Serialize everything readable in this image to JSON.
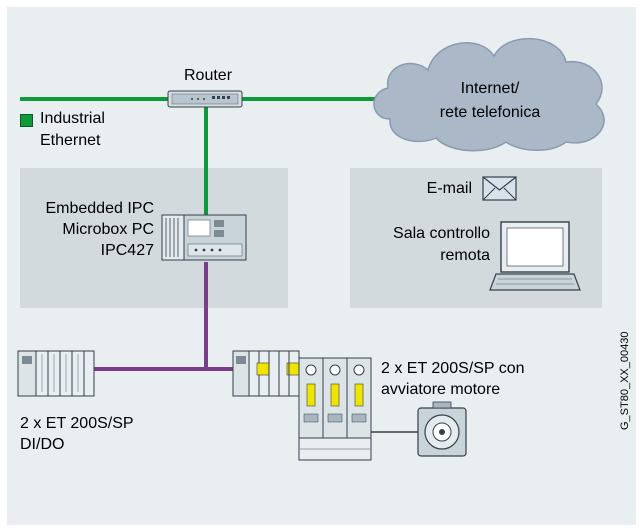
{
  "router_label": "Router",
  "cloud_label_1": "Internet/",
  "cloud_label_2": "rete telefonica",
  "legend_label_1": "Industrial",
  "legend_label_2": "Ethernet",
  "ipc_label_1": "Embedded IPC",
  "ipc_label_2": "Microbox PC",
  "ipc_label_3": "IPC427",
  "email_label": "E-mail",
  "control_room_label_1": "Sala controllo",
  "control_room_label_2": "remota",
  "et200_left_label_1": "2 x ET 200S/SP",
  "et200_left_label_2": "DI/DO",
  "et200_right_label_1": "2 x ET 200S/SP con",
  "et200_right_label_2": "avviatore motore",
  "figure_code": "G_ST80_XX_00430",
  "colors": {
    "industrial_ethernet": "#0f9a3a",
    "fieldbus": "#7a3d8a",
    "panel": "#e9eef0",
    "region": "#d2dade",
    "cloud": "#aab8c8"
  }
}
